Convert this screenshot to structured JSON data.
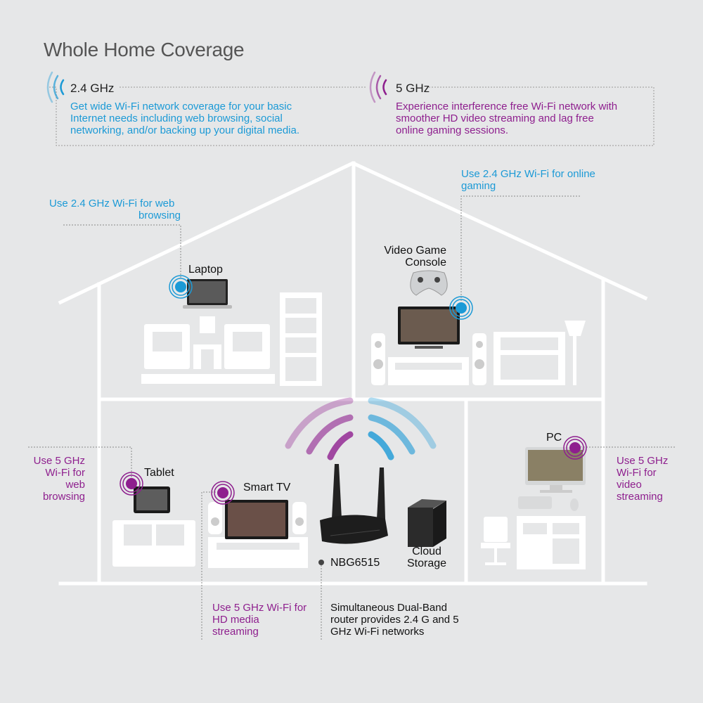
{
  "title": "Whole Home Coverage",
  "colors": {
    "blue": "#1c9ad6",
    "purple": "#8e1f8e",
    "house": "#ffffff",
    "background": "#e6e7e8"
  },
  "bands": {
    "b24": {
      "label": "2.4 GHz",
      "desc": [
        "Get wide Wi-Fi network coverage for your basic",
        "Internet needs including web browsing, social",
        "networking, and/or backing up your digital media."
      ]
    },
    "b5": {
      "label": "5 GHz",
      "desc": [
        "Experience interference free Wi-Fi network with",
        "smoother HD video streaming and lag free",
        "online gaming sessions."
      ]
    }
  },
  "devices": {
    "laptop": "Laptop",
    "console": [
      "Video Game",
      "Console"
    ],
    "tablet": "Tablet",
    "smart_tv": "Smart TV",
    "pc": "PC",
    "router": "NBG6515",
    "cloud": [
      "Cloud",
      "Storage"
    ]
  },
  "notes": {
    "web24": [
      "Use 2.4 GHz Wi-Fi for web",
      "browsing"
    ],
    "gaming24": [
      "Use 2.4 GHz Wi-Fi for online",
      "gaming"
    ],
    "tablet5": [
      "Use 5 GHz",
      "Wi-Fi for",
      "web",
      "browsing"
    ],
    "pc5": [
      "Use 5 GHz",
      "Wi-Fi for",
      "video",
      "streaming"
    ],
    "tv5": [
      "Use 5 GHz Wi-Fi for",
      "HD media",
      "streaming"
    ],
    "router": [
      "Simultaneous Dual-Band",
      "router provides 2.4 G and 5",
      "GHz Wi-Fi networks"
    ]
  }
}
